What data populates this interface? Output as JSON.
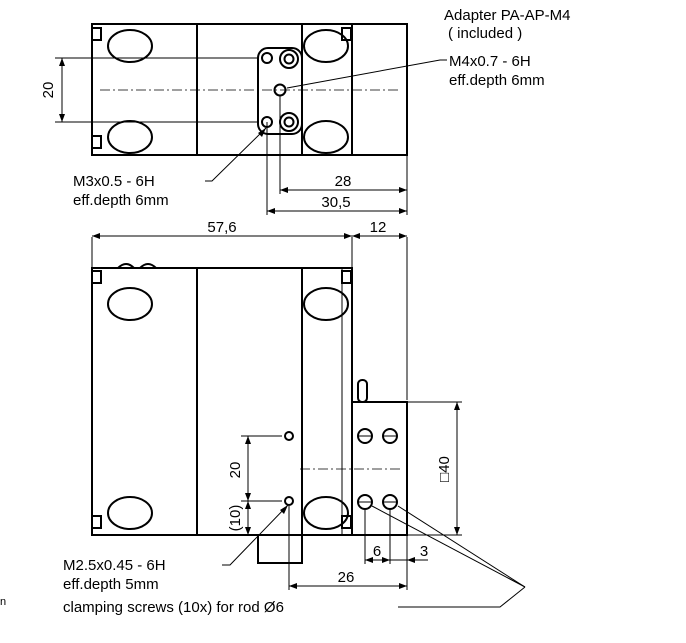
{
  "adapter": {
    "title": "Adapter PA-AP-M4",
    "included": "( included )"
  },
  "threads": {
    "m4": "M4x0.7 - 6H",
    "m4_depth": "eff.depth 6mm",
    "m3": "M3x0.5 - 6H",
    "m3_depth": "eff.depth 6mm",
    "m25": "M2.5x0.45 - 6H",
    "m25_depth": "eff.depth 5mm"
  },
  "dims": {
    "top_20": "20",
    "d28": "28",
    "d30_5": "30,5",
    "d57_6": "57,6",
    "d12": "12",
    "sq40": "□40",
    "bot_20": "20",
    "d10": "(10)",
    "d6": "6",
    "d3": "3",
    "d26": "26"
  },
  "clamping": "clamping screws (10x) for rod Ø6",
  "edge_fragment": "n"
}
